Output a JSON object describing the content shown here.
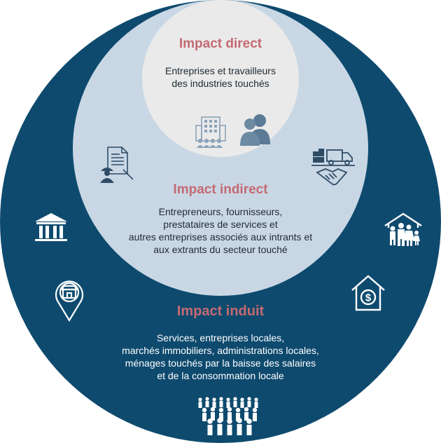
{
  "colors": {
    "outer_ring": "#0e4a6e",
    "middle_ring": "#c9d7e5",
    "inner_circle": "#eaeaea",
    "title_accent": "#c46a72",
    "dark_text": "#1f2a33",
    "light_text": "#ffffff",
    "icon_dark": "#5a7a96"
  },
  "direct": {
    "title": "Impact direct",
    "lines": [
      "Entreprises et travailleurs",
      "des industries touchés"
    ],
    "icons": [
      "building-people-icon",
      "user-group-icon"
    ]
  },
  "indirect": {
    "title": "Impact indirect",
    "lines": [
      "Entrepreneurs, fournisseurs,",
      "prestataires de services et",
      "autres entreprises associés aux intrants et",
      "aux extrants du secteur touché"
    ],
    "icons": [
      "contract-worker-icon",
      "truck-handshake-icon"
    ]
  },
  "induit": {
    "title": "Impact induit",
    "lines": [
      "Services, entreprises locales,",
      "marchés immobiliers, administrations locales,",
      "ménages touchés par la baisse des salaires",
      "et de la consommation locale"
    ],
    "icons": [
      "government-building-icon",
      "shop-location-icon",
      "family-home-icon",
      "house-dollar-icon",
      "crowd-icon"
    ]
  }
}
